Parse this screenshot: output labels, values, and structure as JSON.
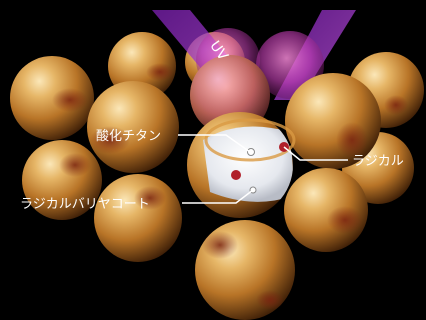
{
  "diagram": {
    "uv_label": "UV",
    "labels": {
      "titanium_oxide": "酸化チタン",
      "radical": "ラジカル",
      "radical_barrier_coat": "ラジカルバリヤコート"
    }
  },
  "colors": {
    "background": "#000000",
    "sphere_light": "#f4d391",
    "sphere_mid": "#c98a32",
    "sphere_dark": "#5a2f0c",
    "rust": "#8a2a10",
    "uv_beam": "#b040d8",
    "core": "#e8ecf2",
    "radical_dot": "#b0202a",
    "label_text": "#ffffff"
  }
}
